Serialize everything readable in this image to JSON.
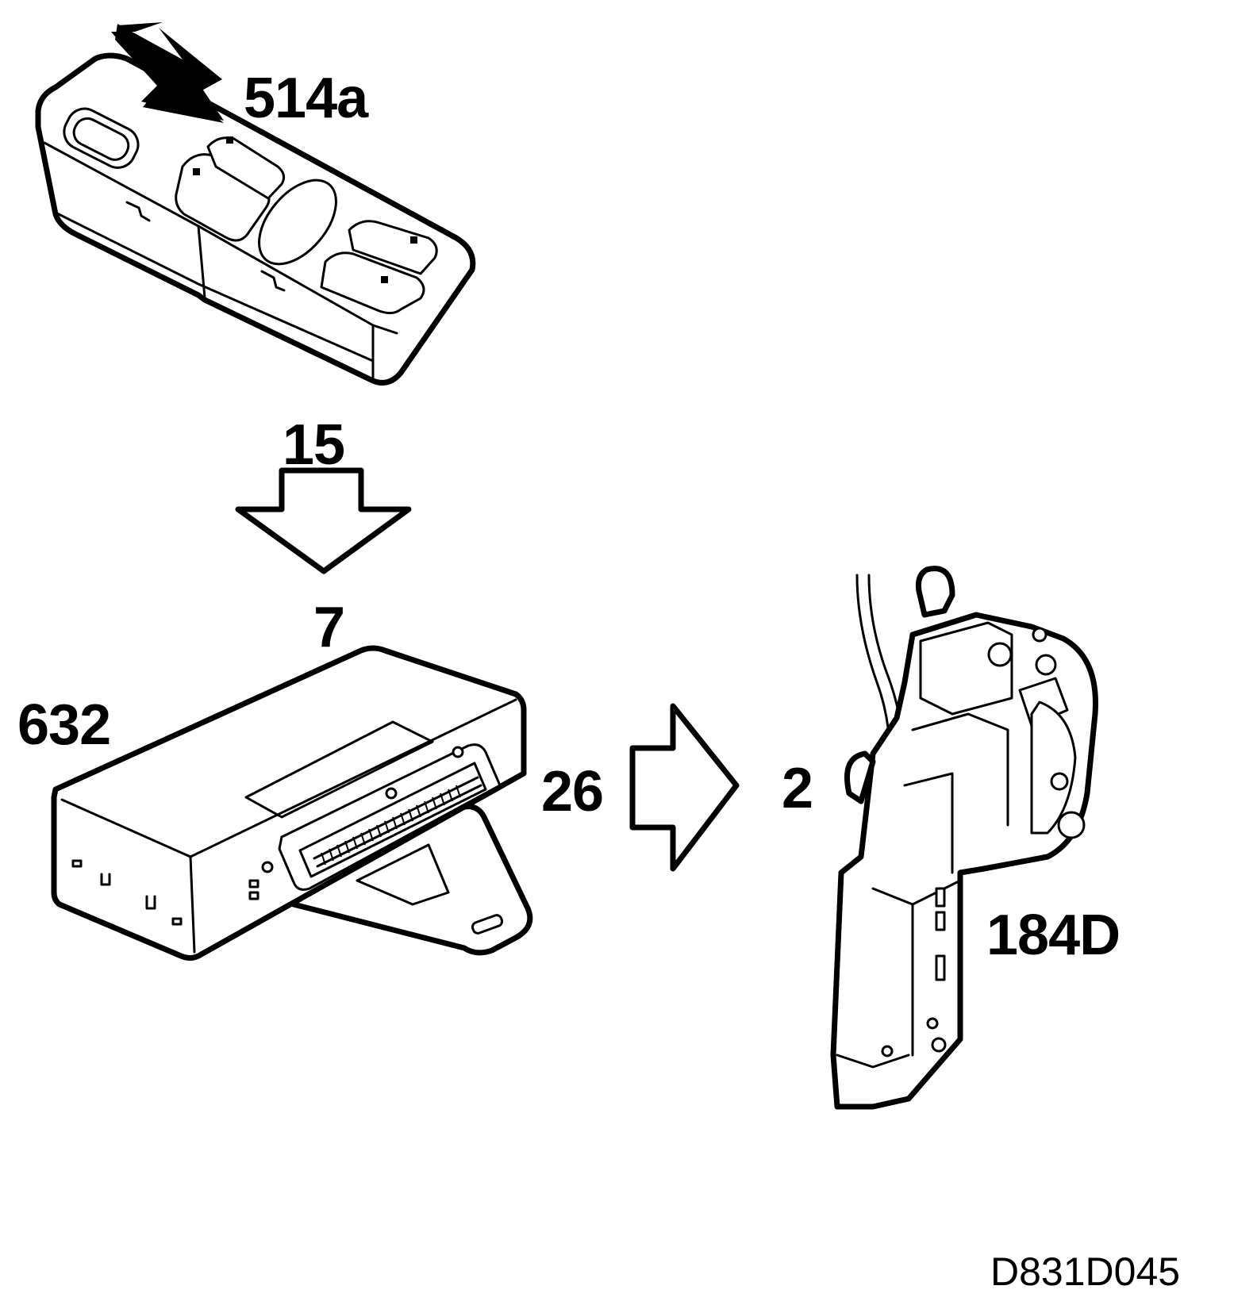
{
  "labels": {
    "switch_part": "514a",
    "signal_top": "15",
    "signal_mid": "7",
    "module_part": "632",
    "signal_right": "26",
    "signal_lock": "2",
    "lock_part": "184D",
    "drawing_code": "D831D045"
  },
  "colors": {
    "ink": "#000000",
    "paper": "#ffffff"
  },
  "icons": [
    "solid-pointer-arrow-icon",
    "hollow-down-arrow-icon",
    "hollow-right-arrow-icon"
  ]
}
